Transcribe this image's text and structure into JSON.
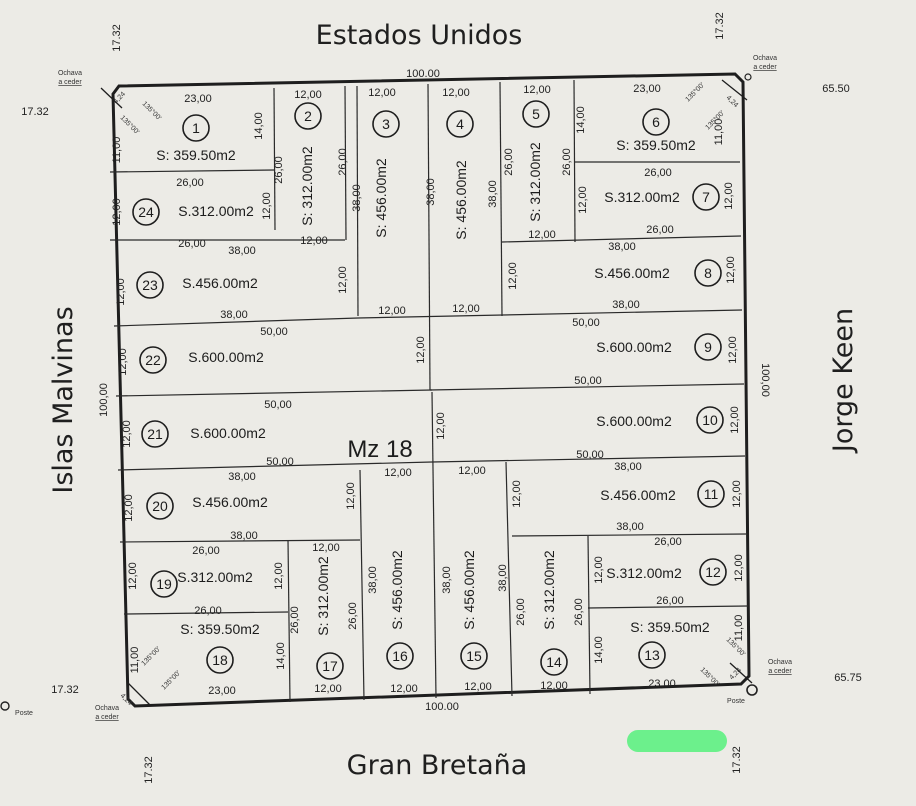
{
  "streets": {
    "top": "Estados Unidos",
    "bottom": "Gran Bretaña",
    "left": "Islas Malvinas",
    "right": "Jorge Keen"
  },
  "block_label": "Mz 18",
  "block_dims": {
    "top": "100.00",
    "bottom": "100.00",
    "left": "100,00",
    "right": "100,00"
  },
  "edge_values": {
    "tl_vertical": "17.32",
    "tl_left": "17.32",
    "tr_vertical": "17.32",
    "tr_right": "65.50",
    "bl_left": "17.32",
    "bl_vertical": "17.32",
    "br_right": "65.75",
    "br_vertical": "17.32"
  },
  "corner_notes": {
    "ochava": "Ochava",
    "a_ceder": "a ceder",
    "poste": "Poste",
    "chamfer": "4,24",
    "angle": "135°00'"
  },
  "lots": [
    {
      "num": "1",
      "area": "S: 359.50m2"
    },
    {
      "num": "2",
      "area": "S: 312.00m2"
    },
    {
      "num": "3",
      "area": "S: 456.00m2"
    },
    {
      "num": "4",
      "area": "S: 456.00m2"
    },
    {
      "num": "5",
      "area": "S: 312.00m2"
    },
    {
      "num": "6",
      "area": "S: 359.50m2"
    },
    {
      "num": "7",
      "area": "S.312.00m2"
    },
    {
      "num": "8",
      "area": "S.456.00m2"
    },
    {
      "num": "9",
      "area": "S.600.00m2"
    },
    {
      "num": "10",
      "area": "S.600.00m2"
    },
    {
      "num": "11",
      "area": "S.456.00m2"
    },
    {
      "num": "12",
      "area": "S.312.00m2"
    },
    {
      "num": "13",
      "area": "S: 359.50m2"
    },
    {
      "num": "14",
      "area": "S: 312.00m2"
    },
    {
      "num": "15",
      "area": "S: 456.00m2"
    },
    {
      "num": "16",
      "area": "S: 456.00m2"
    },
    {
      "num": "17",
      "area": "S: 312.00m2"
    },
    {
      "num": "18",
      "area": "S: 359.50m2"
    },
    {
      "num": "19",
      "area": "S.312.00m2"
    },
    {
      "num": "20",
      "area": "S.456.00m2"
    },
    {
      "num": "21",
      "area": "S.600.00m2"
    },
    {
      "num": "22",
      "area": "S.600.00m2"
    },
    {
      "num": "23",
      "area": "S.456.00m2"
    },
    {
      "num": "24",
      "area": "S.312.00m2"
    }
  ],
  "dims": {
    "d23_00": "23,00",
    "d26_00": "26,00",
    "d38_00": "38,00",
    "d50_00": "50,00",
    "d12_00": "12,00",
    "d14_00": "14,00",
    "d11_00": "11,00"
  }
}
